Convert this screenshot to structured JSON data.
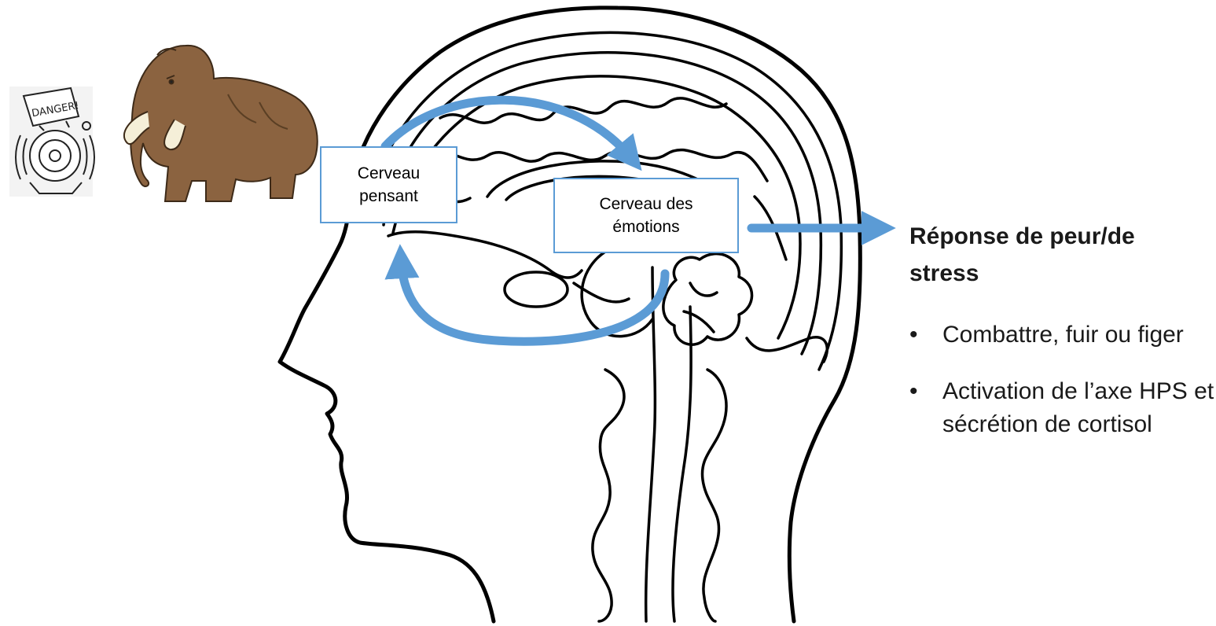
{
  "alarm": {
    "sign_text": "DANGER!"
  },
  "labels": {
    "thinking_brain": "Cerveau pensant",
    "emotional_brain": "Cerveau des émotions"
  },
  "response": {
    "title": "Réponse de peur/de stress",
    "bullets": [
      "Combattre, fuir ou figer",
      "Activation de l’axe HPS et sécrétion de cortisol"
    ]
  },
  "colors": {
    "arrow": "#5b9bd5",
    "box_border": "#5b9bd5",
    "mammoth": "#8b6340",
    "line_art": "#000000"
  }
}
